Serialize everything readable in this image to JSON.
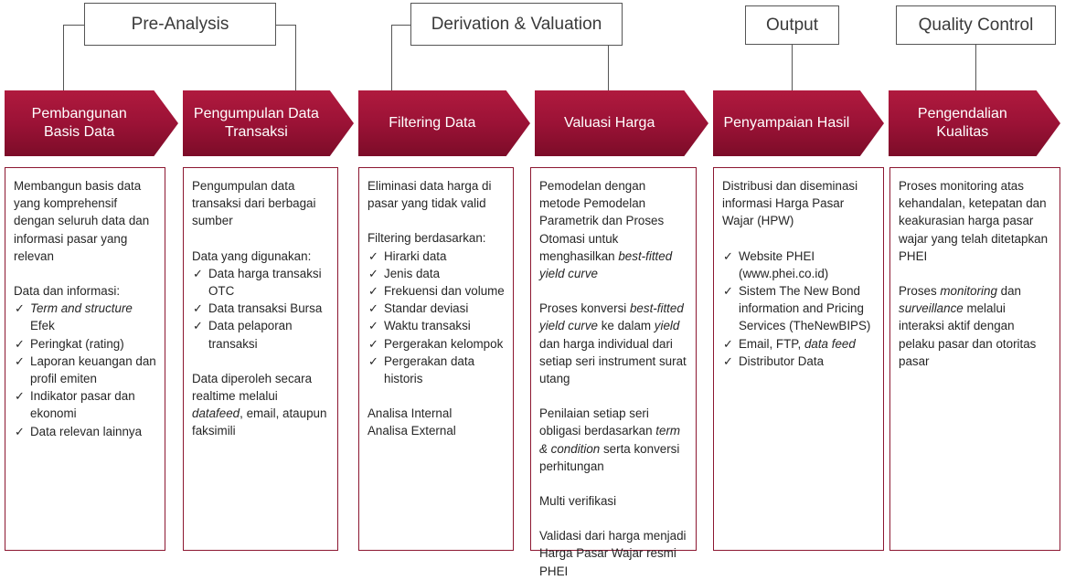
{
  "phases": {
    "pre_analysis": "Pre-Analysis",
    "derivation_valuation": "Derivation & Valuation",
    "output": "Output",
    "quality_control": "Quality Control"
  },
  "steps": [
    {
      "label": "Pembangunan\nBasis Data"
    },
    {
      "label": "Pengumpulan Data\nTransaksi"
    },
    {
      "label": "Filtering Data"
    },
    {
      "label": "Valuasi Harga"
    },
    {
      "label": "Penyampaian Hasil"
    },
    {
      "label": "Pengendalian\nKualitas"
    }
  ],
  "check_mark": "✓",
  "cards": {
    "basis_data": {
      "intro": "Membangun basis data yang komprehensif dengan seluruh data dan informasi pasar yang relevan",
      "heading": "Data dan informasi:",
      "item_term_em": "Term and structure",
      "item_term_rest": " Efek",
      "items": [
        "Peringkat (rating)",
        "Laporan keuangan dan profil emiten",
        "Indikator pasar dan ekonomi",
        "Data relevan lainnya"
      ]
    },
    "pengumpulan": {
      "intro": "Pengumpulan data transaksi dari berbagai sumber",
      "heading": "Data yang digunakan:",
      "items": [
        "Data harga transaksi OTC",
        "Data transaksi Bursa",
        "Data pelaporan transaksi"
      ],
      "source_1": "Data diperoleh secara realtime melalui ",
      "source_em": "datafeed",
      "source_2": ", email, ataupun faksimili"
    },
    "filtering": {
      "intro": "Eliminasi data harga di pasar yang tidak valid",
      "heading": "Filtering berdasarkan:",
      "items": [
        "Hirarki data",
        "Jenis data",
        "Frekuensi dan volume",
        "Standar deviasi",
        "Waktu transaksi",
        "Pergerakan kelompok",
        "Pergerakan data historis"
      ],
      "analysis_internal": "Analisa Internal",
      "analysis_external": "Analisa External"
    },
    "valuasi": {
      "p1_a": "Pemodelan dengan metode Pemodelan Parametrik dan Proses Otomasi untuk menghasilkan ",
      "p1_em": "best-fitted yield curve",
      "p2_a": "Proses konversi ",
      "p2_em1": "best-fitted yield curve",
      "p2_b": " ke dalam ",
      "p2_em2": "yield",
      "p2_c": " dan harga individual dari setiap seri instrument surat utang",
      "p3_a": "Penilaian setiap seri obligasi berdasarkan ",
      "p3_em": "term & condition",
      "p3_b": " serta konversi perhitungan",
      "p4": "Multi verifikasi",
      "p5": "Validasi dari harga menjadi Harga Pasar Wajar resmi PHEI"
    },
    "penyampaian": {
      "intro": "Distribusi dan diseminasi informasi Harga Pasar Wajar (HPW)",
      "item1": "Website PHEI (www.phei.co.id)",
      "item2": "Sistem The New Bond information and Pricing Services (TheNewBIPS)",
      "item3_a": "Email, FTP, ",
      "item3_em": "data feed",
      "item4": "Distributor Data"
    },
    "pengendalian": {
      "p1": "Proses monitoring atas kehandalan, ketepatan dan keakurasian harga pasar wajar yang telah ditetapkan PHEI",
      "p2_a": "Proses ",
      "p2_em1": "monitoring",
      "p2_b": " dan ",
      "p2_em2": "surveillance",
      "p2_c": " melalui interaksi aktif dengan pelaku pasar dan otoritas pasar"
    }
  }
}
